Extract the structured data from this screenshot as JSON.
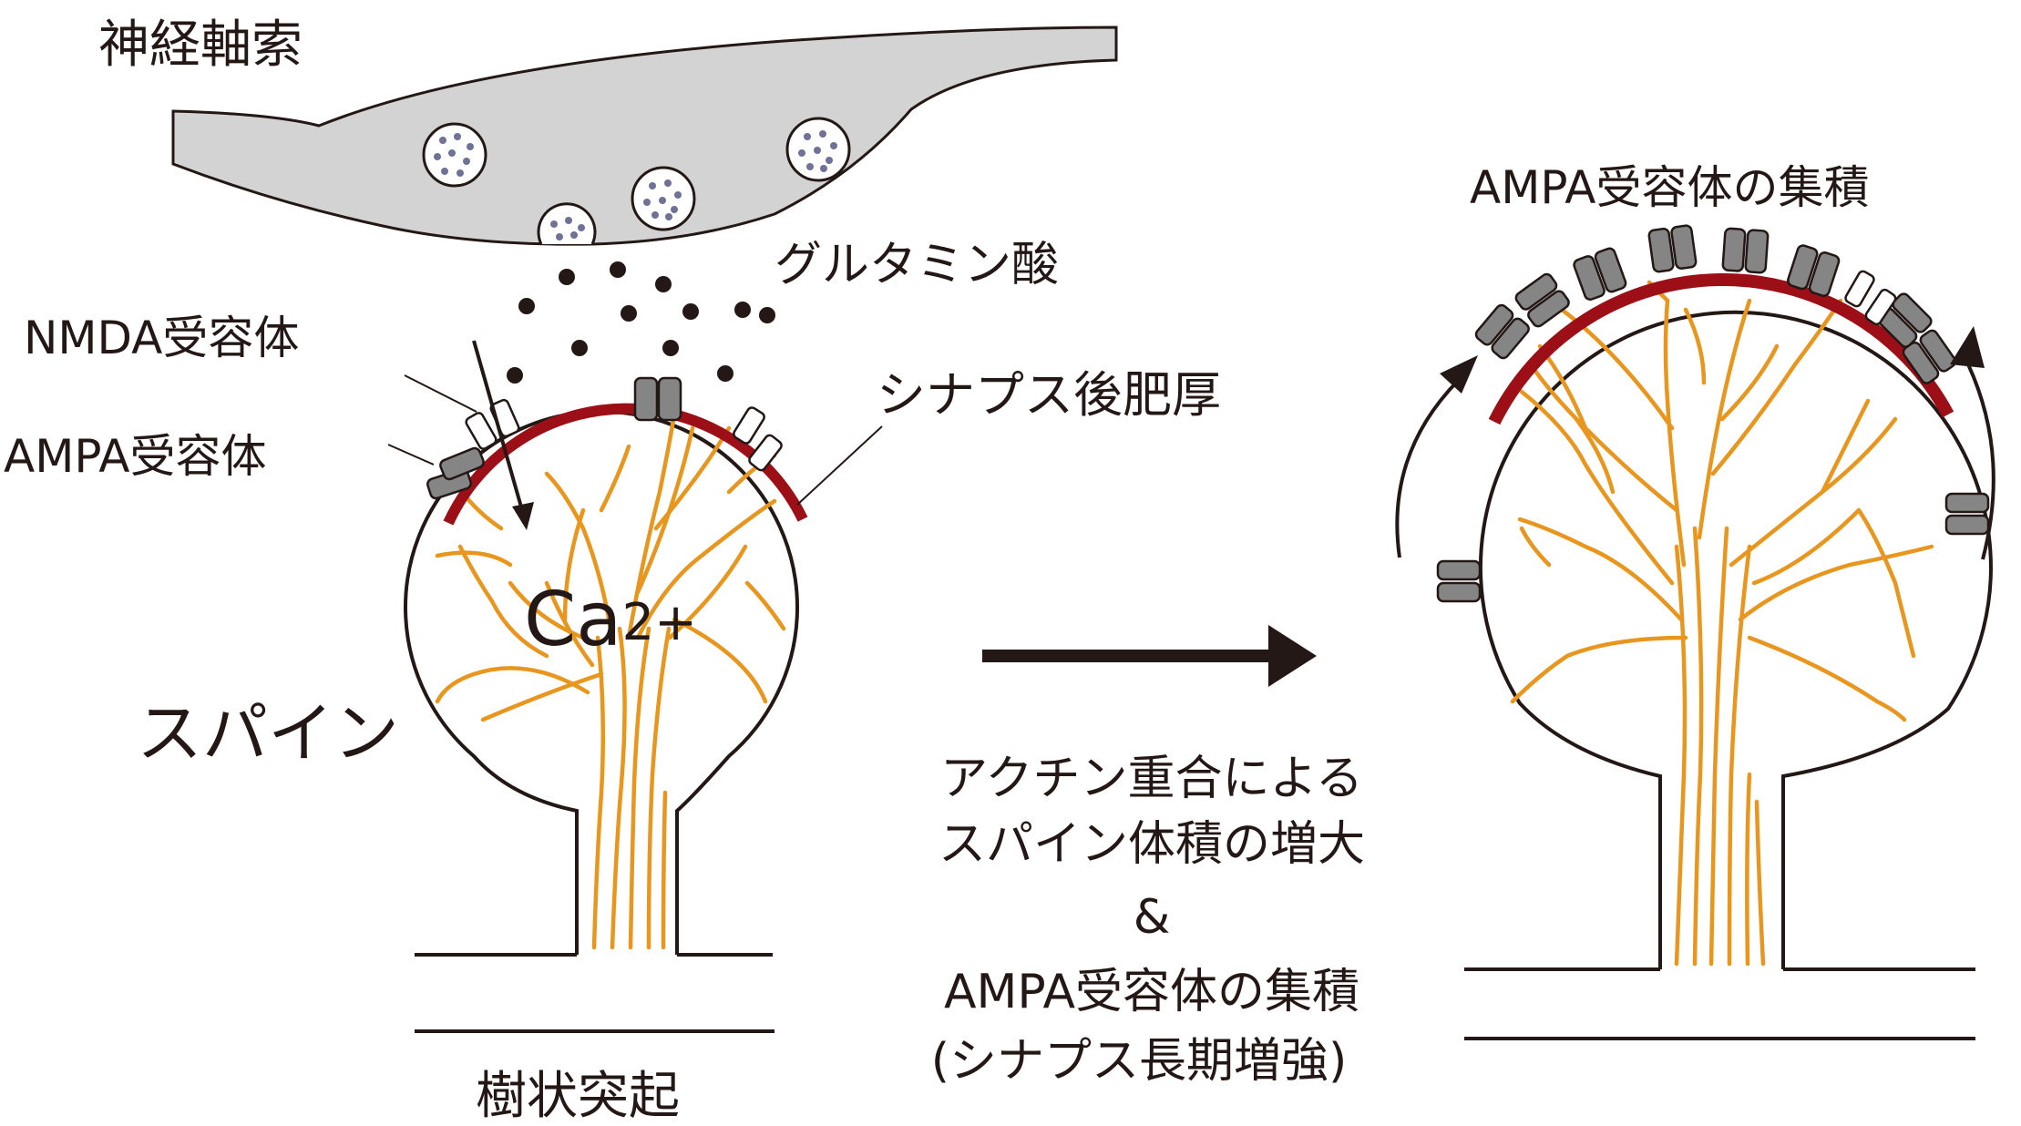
{
  "labels": {
    "axon": "神経軸索",
    "glutamate": "グルタミン酸",
    "nmda": "NMDA受容体",
    "ampa": "AMPA受容体",
    "psd": "シナプス後肥厚",
    "calcium_main": "Ca",
    "calcium_sup": "2+",
    "spine": "スパイン",
    "dendrite": "樹状突起",
    "ampa_cluster": "AMPA受容体の集積",
    "caption_line1": "アクチン重合による",
    "caption_line2": "スパイン体積の増大",
    "caption_line3": "&",
    "caption_line4": "AMPA受容体の集積",
    "caption_line5": "(シナプス長期増強)"
  },
  "colors": {
    "ink": "#231815",
    "actin": "#e8961e",
    "psd": "#9c0f16",
    "receptor": "#858585",
    "axon_fill": "#d3d3d3",
    "vesicle_dot": "#6f7196"
  }
}
